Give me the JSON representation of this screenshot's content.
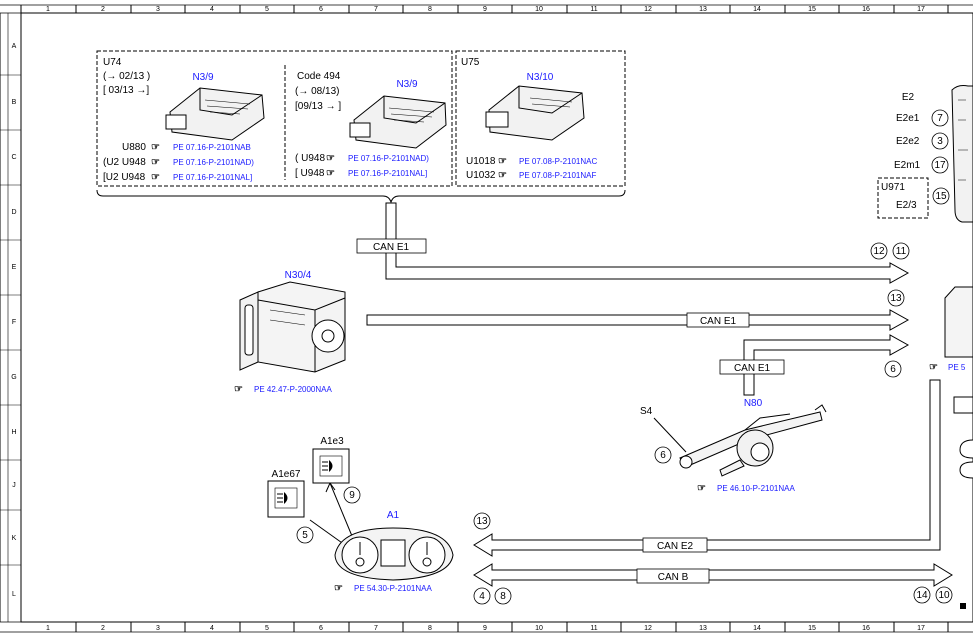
{
  "ruler": {
    "columns": [
      "1",
      "2",
      "3",
      "4",
      "5",
      "6",
      "7",
      "8",
      "9",
      "10",
      "11",
      "12",
      "13",
      "14",
      "15",
      "16",
      "17"
    ],
    "rows": [
      "A",
      "B",
      "C",
      "D",
      "E",
      "F",
      "G",
      "H",
      "J",
      "K",
      "L"
    ]
  },
  "u74": {
    "variant": "U74",
    "range1": "(→ 02/13 )",
    "range2": "[ 03/13 →]",
    "ecu_name": "N3/9",
    "code1": "U880",
    "ref1": "PE 07.16-P-2101NAB",
    "code2": "(U2  U948",
    "ref2": "PE 07.16-P-2101NAD)",
    "code3": "[U2  U948",
    "ref3": "PE 07.16-P-2101NAL]"
  },
  "code494": {
    "title": "Code 494",
    "range1": "(→ 08/13)",
    "range2": "[09/13 → ]",
    "ecu_name": "N3/9",
    "code1": "( U948",
    "ref1": "PE 07.16-P-2101NAD)",
    "code2": "[ U948",
    "ref2": "PE 07.16-P-2101NAL]"
  },
  "u75": {
    "variant": "U75",
    "ecu_name": "N3/10",
    "code1": "U1018",
    "ref1": "PE 07.08-P-2101NAC",
    "code2": "U1032",
    "ref2": "PE 07.08-P-2101NAF"
  },
  "e2": {
    "name": "E2",
    "e2e1": "E2e1",
    "e2e2": "E2e2",
    "e2m1": "E2m1",
    "u971": "U971",
    "e23": "E2/3",
    "n7": "7",
    "n3": "3",
    "n17": "17",
    "n15": "15"
  },
  "can_e1_top": "CAN E1",
  "can_e1_mid": "CAN E1",
  "can_e1_low": "CAN E1",
  "can_e2": "CAN E2",
  "can_b": "CAN B",
  "n30": {
    "name": "N30/4",
    "ref": "PE 42.47-P-2000NAA"
  },
  "n80": {
    "name": "N80",
    "s4": "S4",
    "ref": "PE 46.10-P-2101NAA",
    "s4_num": "6"
  },
  "a1": {
    "name": "A1",
    "ref": "PE 54.30-P-2101NAA"
  },
  "a1e3": "A1e3",
  "a1e67": "A1e67",
  "nums": {
    "n12": "12",
    "n11": "11",
    "n13a": "13",
    "n6a": "6",
    "n5": "5",
    "n9": "9",
    "n13b": "13",
    "n4": "4",
    "n8": "8",
    "n14": "14",
    "n10": "10"
  },
  "right_ref": "PE 5"
}
